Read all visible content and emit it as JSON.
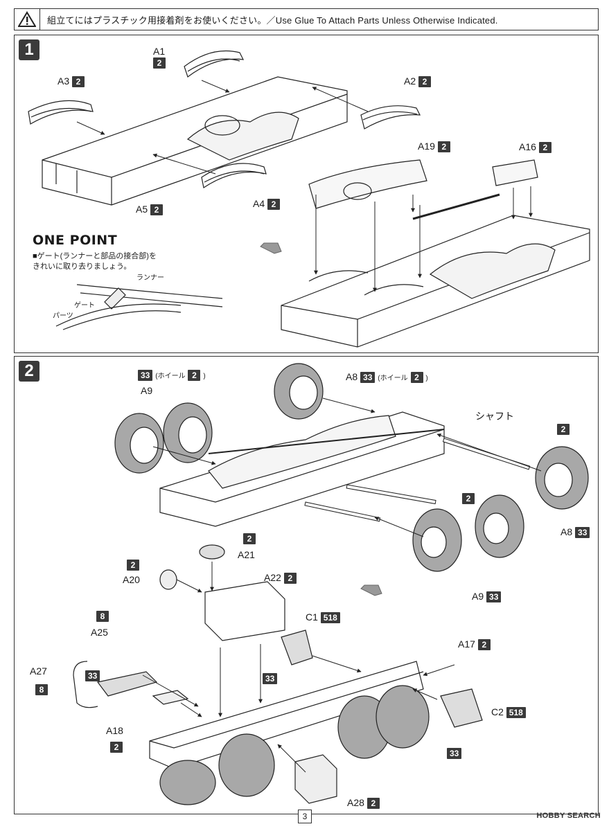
{
  "header": {
    "instruction": "組立てにはプラスチック用接着剤をお使いください。／Use Glue To Attach Parts Unless Otherwise Indicated."
  },
  "step1": {
    "number": "1",
    "parts": [
      {
        "id": "A1",
        "color": "2"
      },
      {
        "id": "A2",
        "color": "2"
      },
      {
        "id": "A3",
        "color": "2"
      },
      {
        "id": "A4",
        "color": "2"
      },
      {
        "id": "A5",
        "color": "2"
      },
      {
        "id": "A19",
        "color": "2"
      },
      {
        "id": "A16",
        "color": "2"
      }
    ],
    "one_point": {
      "title": "ONE POINT",
      "note_line1": "■ゲート(ランナーと部品の接合部)を",
      "note_line2": "きれいに取り去りましょう。",
      "runner_label": "ランナー",
      "gate_label": "ゲート",
      "part_label": "パーツ"
    }
  },
  "step2": {
    "number": "2",
    "wheel_note": "(ホイール",
    "wheel_close": ")",
    "shaft_label": "シャフト",
    "parts": {
      "a9_top": {
        "id": "A9",
        "color": "33",
        "wheel_color": "2"
      },
      "a8_top": {
        "id": "A8",
        "color": "33",
        "wheel_color": "2"
      },
      "a8_right": {
        "id": "A8",
        "color": "33",
        "hub_color": "2"
      },
      "a9_bottom": {
        "id": "A9",
        "color": "33",
        "hub_color": "2"
      },
      "a21": {
        "id": "A21",
        "color": "2"
      },
      "a20": {
        "id": "A20",
        "color": "2"
      },
      "a22": {
        "id": "A22",
        "color": "2"
      },
      "c1": {
        "id": "C1",
        "color": "518",
        "sub_color": "33"
      },
      "c2": {
        "id": "C2",
        "color": "518",
        "sub_color": "33"
      },
      "a25": {
        "id": "A25",
        "color": "8"
      },
      "a27": {
        "id": "A27",
        "color": "8",
        "sub_color": "33"
      },
      "a17": {
        "id": "A17",
        "color": "2"
      },
      "a18": {
        "id": "A18",
        "color": "2"
      },
      "a28": {
        "id": "A28",
        "color": "2"
      }
    }
  },
  "footer": {
    "page": "3",
    "credit": "HOBBY SEARCH"
  },
  "colors": {
    "box": "#3a3a3a",
    "line": "#222222",
    "tire": "#9a9a9a"
  }
}
